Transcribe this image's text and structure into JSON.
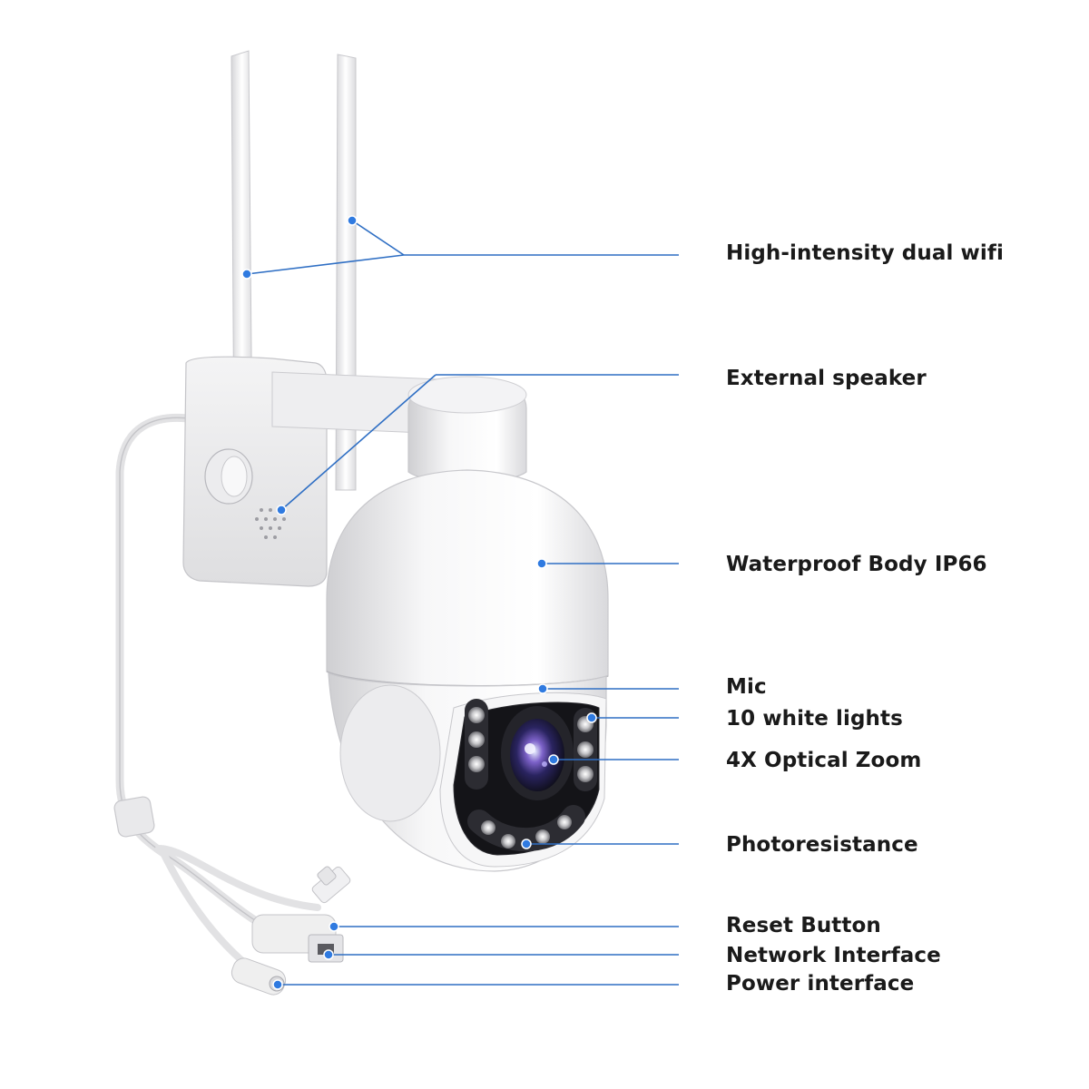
{
  "colors": {
    "background": "#ffffff",
    "leader_line": "#2f6fc4",
    "leader_dot": "#2f7ae0",
    "label_text": "#1a1a1a",
    "body": "#f2f2f2"
  },
  "callouts": [
    {
      "id": "wifi",
      "label": "High-intensity dual wifi"
    },
    {
      "id": "speaker",
      "label": "External speaker"
    },
    {
      "id": "body",
      "label": "Waterproof Body IP66"
    },
    {
      "id": "mic",
      "label": "Mic"
    },
    {
      "id": "white-lights",
      "label": "10 white lights"
    },
    {
      "id": "zoom",
      "label": "4X Optical Zoom"
    },
    {
      "id": "photoresistance",
      "label": "Photoresistance"
    },
    {
      "id": "reset",
      "label": "Reset Button"
    },
    {
      "id": "network",
      "label": "Network Interface"
    },
    {
      "id": "power",
      "label": "Power interface"
    }
  ]
}
